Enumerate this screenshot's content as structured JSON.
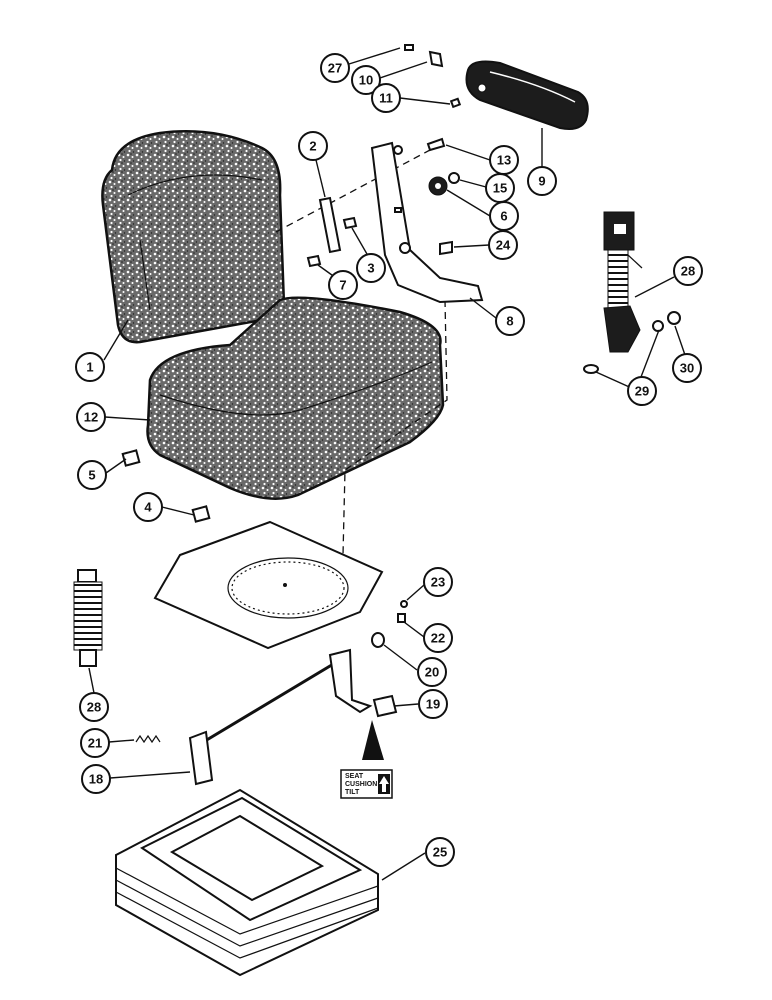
{
  "callouts": [
    {
      "id": "c27",
      "label": "27"
    },
    {
      "id": "c10",
      "label": "10"
    },
    {
      "id": "c11",
      "label": "11"
    },
    {
      "id": "c2",
      "label": "2"
    },
    {
      "id": "c13",
      "label": "13"
    },
    {
      "id": "c9",
      "label": "9"
    },
    {
      "id": "c15",
      "label": "15"
    },
    {
      "id": "c6",
      "label": "6"
    },
    {
      "id": "c3",
      "label": "3"
    },
    {
      "id": "c24",
      "label": "24"
    },
    {
      "id": "c7",
      "label": "7"
    },
    {
      "id": "c28a",
      "label": "28"
    },
    {
      "id": "c8",
      "label": "8"
    },
    {
      "id": "c1",
      "label": "1"
    },
    {
      "id": "c30",
      "label": "30"
    },
    {
      "id": "c29",
      "label": "29"
    },
    {
      "id": "c12",
      "label": "12"
    },
    {
      "id": "c5",
      "label": "5"
    },
    {
      "id": "c4",
      "label": "4"
    },
    {
      "id": "c23",
      "label": "23"
    },
    {
      "id": "c22",
      "label": "22"
    },
    {
      "id": "c20",
      "label": "20"
    },
    {
      "id": "c28b",
      "label": "28"
    },
    {
      "id": "c19",
      "label": "19"
    },
    {
      "id": "c21",
      "label": "21"
    },
    {
      "id": "c18",
      "label": "18"
    },
    {
      "id": "c25",
      "label": "25"
    }
  ],
  "decal": {
    "line1": "SEAT",
    "line2": "CUSHION",
    "line3": "TILT"
  }
}
